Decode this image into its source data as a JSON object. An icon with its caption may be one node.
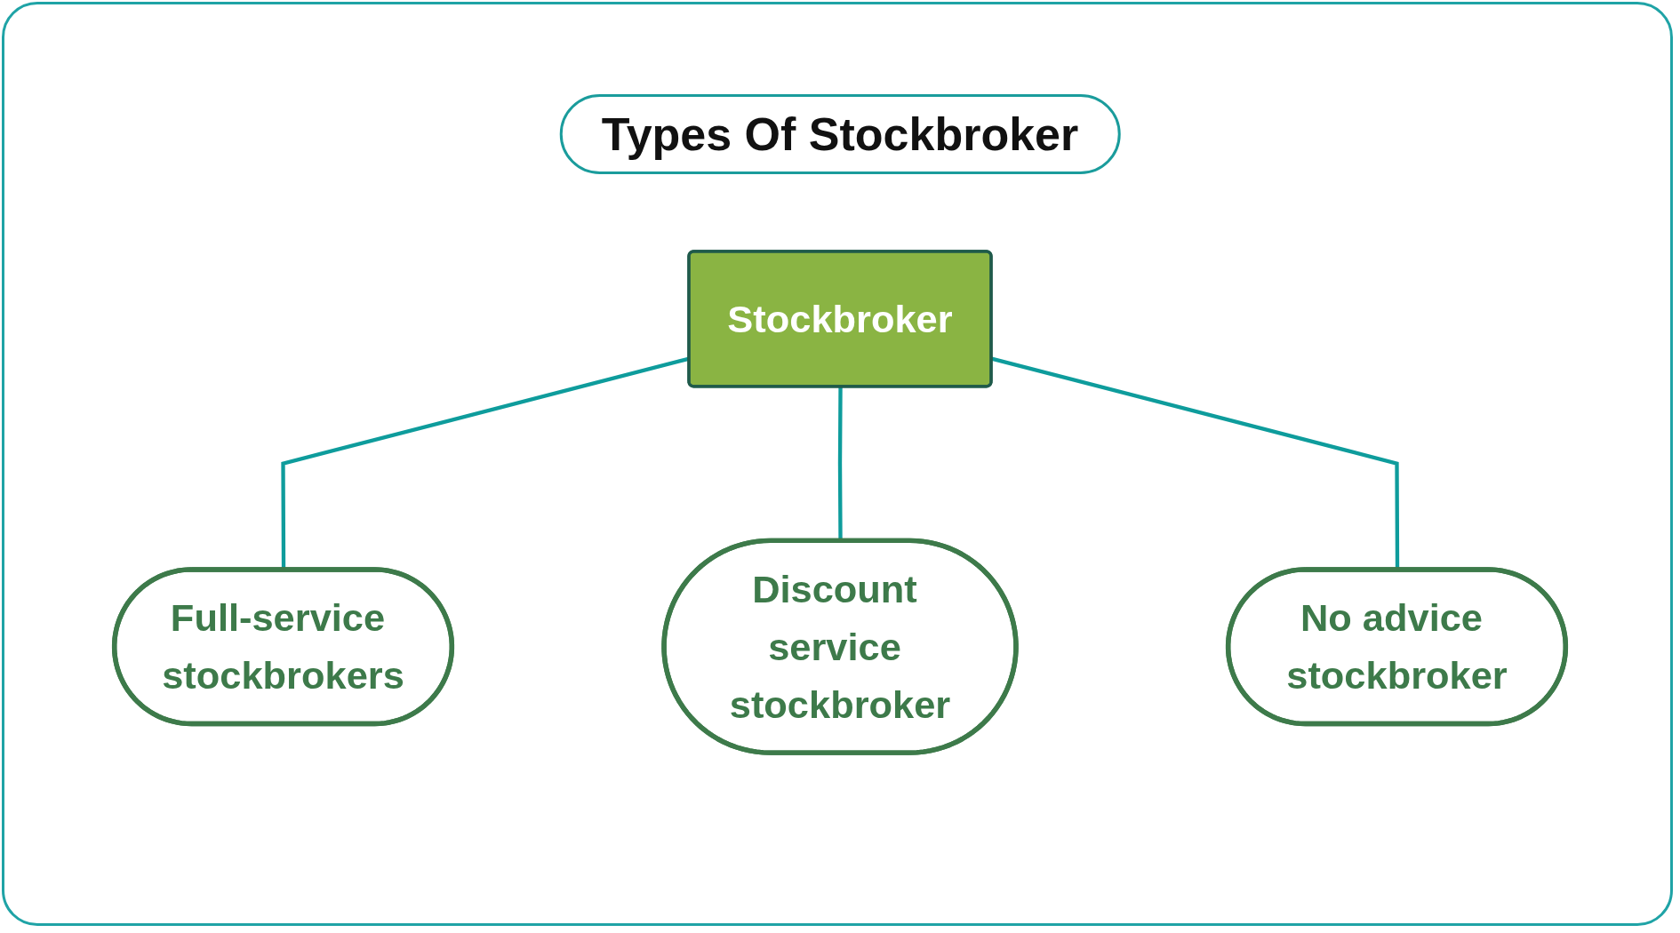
{
  "diagram": {
    "title": "Types Of Stockbroker",
    "nodes": [
      {
        "text": [
          "Stockbroker"
        ]
      },
      {
        "text": [
          "Full-service stockbrokers"
        ]
      },
      {
        "text": [
          "Discount service stockbroker"
        ]
      },
      {
        "text": [
          "No advice stockbroker"
        ]
      }
    ],
    "edges": [
      {
        "from": 0,
        "to": 1,
        "arrow": "none"
      },
      {
        "from": 0,
        "to": 2,
        "arrow": "none"
      },
      {
        "from": 0,
        "to": 3,
        "arrow": "none"
      }
    ]
  }
}
